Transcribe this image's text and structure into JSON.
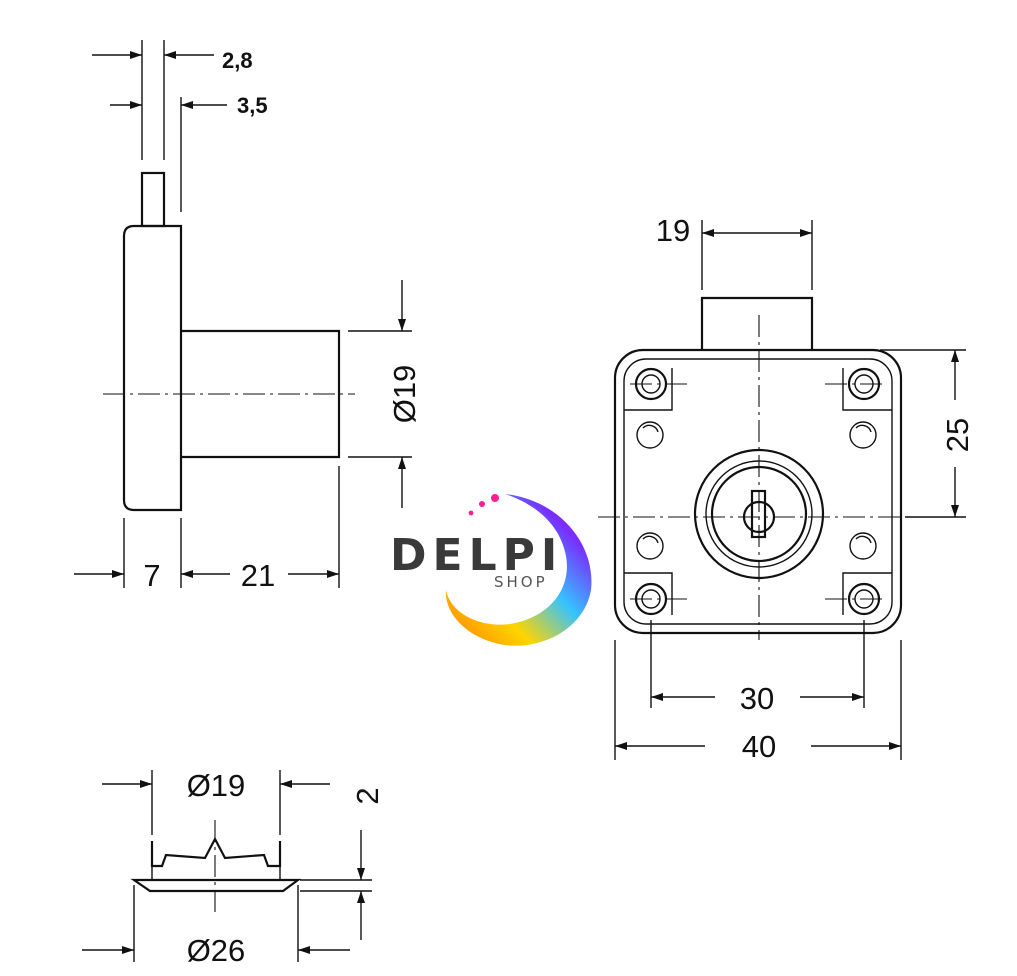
{
  "side_view": {
    "dim_2_8": "2,8",
    "dim_3_5": "3,5",
    "dim_diameter_19": "Ø19",
    "dim_7": "7",
    "dim_21": "21"
  },
  "front_view": {
    "dim_19": "19",
    "dim_25": "25",
    "dim_30": "30",
    "dim_40": "40"
  },
  "rosette_view": {
    "dim_diameter_19": "Ø19",
    "dim_2": "2",
    "dim_diameter_26": "Ø26"
  },
  "logo": {
    "name": "DELPI",
    "sub": "SHOP"
  }
}
